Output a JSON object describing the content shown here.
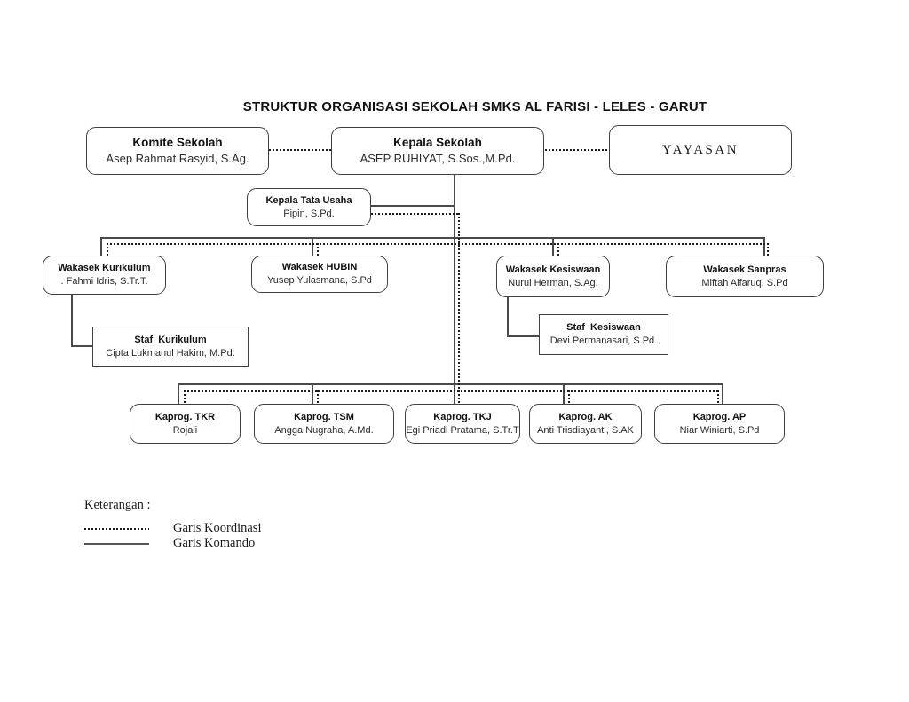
{
  "title": "STRUKTUR ORGANISASI SEKOLAH SMKS AL FARISI - LELES - GARUT",
  "nodes": {
    "komite": {
      "title": "Komite Sekolah",
      "name": "Asep Rahmat Rasyid, S.Ag."
    },
    "kepala": {
      "title": "Kepala Sekolah",
      "name": "ASEP RUHIYAT, S.Sos.,M.Pd."
    },
    "yayasan": {
      "title": "YAYASAN"
    },
    "tata_usaha": {
      "title": "Kepala Tata Usaha",
      "name": "Pipin, S.Pd."
    },
    "wakasek_kurikulum": {
      "title": "Wakasek Kurikulum",
      "name": ". Fahmi Idris, S.Tr.T."
    },
    "wakasek_hubin": {
      "title": "Wakasek HUBIN",
      "name": "Yusep Yulasmana, S.Pd"
    },
    "wakasek_kesiswaan": {
      "title": "Wakasek Kesiswaan",
      "name": "Nurul Herman, S.Ag."
    },
    "wakasek_sanpras": {
      "title": "Wakasek Sanpras",
      "name": "Miftah Alfaruq, S.Pd"
    },
    "staf_kurikulum": {
      "title": "Staf  Kurikulum",
      "name": "Cipta Lukmanul Hakim, M.Pd."
    },
    "staf_kesiswaan": {
      "title": "Staf  Kesiswaan",
      "name": "Devi Permanasari, S.Pd."
    },
    "kaprog_tkr": {
      "title": "Kaprog. TKR",
      "name": "Rojali"
    },
    "kaprog_tsm": {
      "title": "Kaprog. TSM",
      "name": "Angga Nugraha, A.Md."
    },
    "kaprog_tkj": {
      "title": "Kaprog. TKJ",
      "name": "Egi Priadi Pratama, S.Tr.T"
    },
    "kaprog_ak": {
      "title": "Kaprog. AK",
      "name": "Anti Trisdiayanti, S.AK"
    },
    "kaprog_ap": {
      "title": "Kaprog. AP",
      "name": "Niar Winiarti, S.Pd"
    }
  },
  "legend": {
    "heading": "Keterangan :",
    "items": [
      {
        "style": "dotted",
        "label": "Garis Koordinasi"
      },
      {
        "style": "solid",
        "label": "Garis Komando"
      }
    ]
  },
  "colors": {
    "background": "#ffffff",
    "box_border": "#3f3f3f",
    "solid_line": "#4a4a4a",
    "dotted_line": "#1c1c1c",
    "text": "#1a1a1a"
  }
}
